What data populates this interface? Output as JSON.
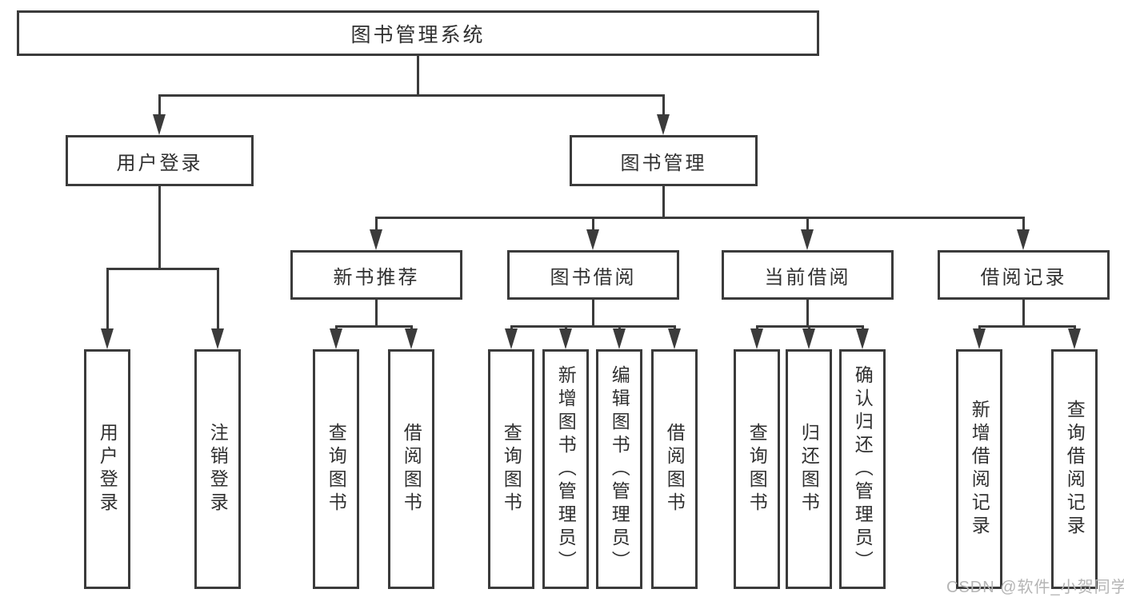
{
  "diagram_title": "图书管理系统",
  "nodes": {
    "root": "图书管理系统",
    "user_login": "用户登录",
    "book_mgmt": "图书管理",
    "new_book_rec": "新书推荐",
    "book_borrow": "图书借阅",
    "current_borrow": "当前借阅",
    "borrow_records": "借阅记录",
    "leaf_user_login": "用户登录",
    "leaf_logout": "注销登录",
    "leaf_query_book_rec": "查询图书",
    "leaf_borrow_book_rec": "借阅图书",
    "leaf_query_book_borrow": "查询图书",
    "leaf_add_book_admin": "新增图书（管理员）",
    "leaf_edit_book_admin": "编辑图书（管理员）",
    "leaf_borrow_book_borrow": "借阅图书",
    "leaf_query_book_current": "查询图书",
    "leaf_return_book": "归还图书",
    "leaf_confirm_return_admin": "确认归还（管理员）",
    "leaf_add_borrow_record": "新增借阅记录",
    "leaf_query_borrow_record": "查询借阅记录"
  },
  "edges": [
    [
      "图书管理系统",
      "用户登录"
    ],
    [
      "图书管理系统",
      "图书管理"
    ],
    [
      "用户登录",
      "用户登录(叶)"
    ],
    [
      "用户登录",
      "注销登录"
    ],
    [
      "图书管理",
      "新书推荐"
    ],
    [
      "图书管理",
      "图书借阅"
    ],
    [
      "图书管理",
      "当前借阅"
    ],
    [
      "图书管理",
      "借阅记录"
    ],
    [
      "新书推荐",
      "查询图书"
    ],
    [
      "新书推荐",
      "借阅图书"
    ],
    [
      "图书借阅",
      "查询图书"
    ],
    [
      "图书借阅",
      "新增图书（管理员）"
    ],
    [
      "图书借阅",
      "编辑图书（管理员）"
    ],
    [
      "图书借阅",
      "借阅图书"
    ],
    [
      "当前借阅",
      "查询图书"
    ],
    [
      "当前借阅",
      "归还图书"
    ],
    [
      "当前借阅",
      "确认归还（管理员）"
    ],
    [
      "借阅记录",
      "新增借阅记录"
    ],
    [
      "借阅记录",
      "查询借阅记录"
    ]
  ],
  "watermark": "CSDN @软件_小贺同学",
  "colors": {
    "line": "#3b3b3b",
    "text": "#303030",
    "background": "#ffffff",
    "watermark": "#b5b5b5"
  }
}
